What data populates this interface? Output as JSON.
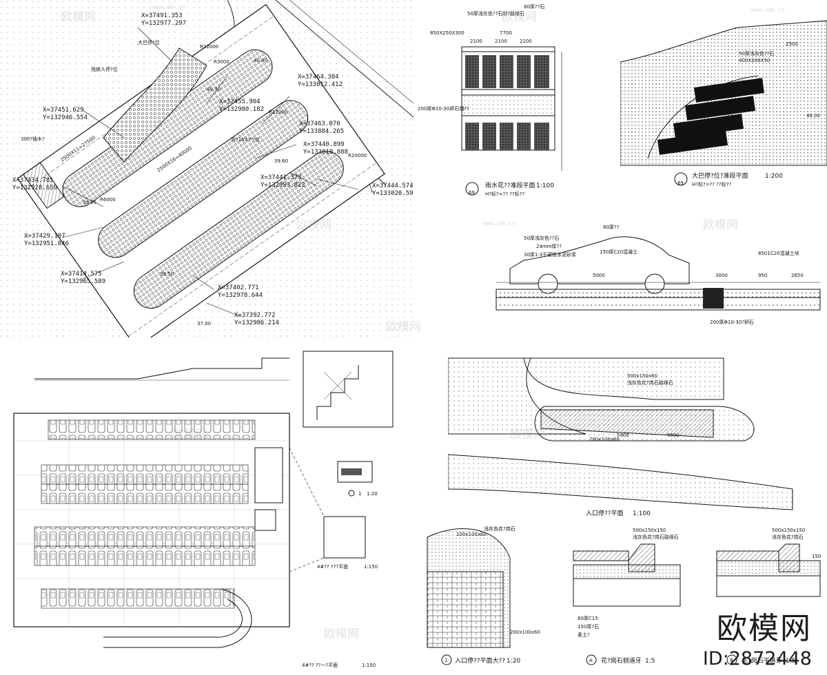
{
  "site_plan": {
    "coords": [
      "X=37491.353",
      "Y=132977.297",
      "X=37464.384",
      "Y=133012.412",
      "X=37455.904",
      "Y=132980.182",
      "X=37451.629",
      "Y=132946.554",
      "X=37463.070",
      "Y=133884.265",
      "X=37440.899",
      "Y=133010.888",
      "X=37434.785",
      "Y=132928.659",
      "X=37441.373",
      "Y=132993.822",
      "X=37444.574",
      "Y=133020.597",
      "X=37429.107",
      "Y=132951.846",
      "X=37414.575",
      "Y=132965.589",
      "X=37402.771",
      "Y=132978.644",
      "X=37392.772",
      "Y=132986.214"
    ],
    "labels": [
      "大巴停?位",
      "共?103个?位",
      "R12000",
      "R20000",
      "R6000",
      "R3000",
      "R12000",
      "40.00",
      "39.60",
      "38.50",
      "37.00",
      "39.95",
      "40.70",
      "2500X16=40000",
      "2500X11=27500",
      "300?插木?",
      "残疾人停?位"
    ]
  },
  "rain_garden": {
    "title": "雨水花??准段平面",
    "scale": "1:100",
    "subtitle": "H?标?=?? ??标??",
    "ref": "69",
    "notes": [
      "50厚浅灰色??石材?路缘石",
      "80厚??石",
      "850X250X300",
      "200厚Φ10-30卵石铺??"
    ],
    "dims": [
      "7700",
      "2100",
      "2100",
      "2100"
    ]
  },
  "bus_plan": {
    "title": "大巴停?位?准段平面",
    "scale": "1:200",
    "subtitle": "H?标?=?? ??标??",
    "ref": "69",
    "notes": [
      "50厚浅灰色??石",
      "400X200X50",
      "2500",
      "40.00"
    ]
  },
  "car_section": {
    "notes": [
      "80厚??",
      "50厚浅灰色??石",
      "24mm厚??",
      "150厚C20混凝土",
      "30厚1:3干硬性水泥砂浆",
      "8501C20混凝土块",
      "200厚Φ10-30?卵石"
    ],
    "dims": [
      "5000",
      "3000",
      "950",
      "2650"
    ]
  },
  "parking_plan": {
    "title": "4#?? ??一?平面",
    "scale": "1:150",
    "detail_title": "4#?? ???平面",
    "detail_scale": "1:150",
    "section_ref": "1",
    "section_scale": "1:20"
  },
  "entrance_plan": {
    "title": "入口停??平面",
    "scale": "1:100",
    "notes": [
      "500x150x60",
      "浅灰色花?岗石路缘石",
      "200x100x60",
      "5400",
      "5600"
    ]
  },
  "details": [
    {
      "ref": "1",
      "title": "入口停??平面大??",
      "scale": "1:20",
      "notes": [
        "100x100x60",
        "浅灰色花?岗石",
        "200x100x60"
      ]
    },
    {
      "ref": "A",
      "title": "花?岗石侧道牙",
      "scale": "1:5",
      "notes": [
        "500x150x150",
        "浅灰色花?岗石路缘石",
        "80厚C15",
        "150厚?石",
        "素土?"
      ]
    },
    {
      "ref": "B",
      "title": "花?岗石平道牙",
      "scale": "1:5",
      "notes": [
        "500x150x150",
        "浅灰色花?岗石",
        "150"
      ]
    }
  ],
  "watermark": {
    "text": "欧模网",
    "url": "www.om.cn"
  },
  "brand": {
    "name": "欧模网",
    "id": "ID:2872448"
  }
}
